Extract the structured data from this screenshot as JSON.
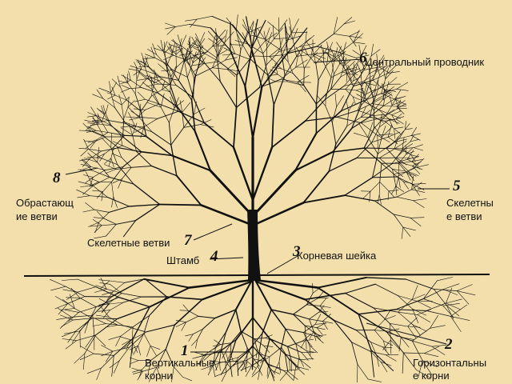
{
  "diagram": {
    "labels": {
      "central_leader": "Центральный проводник",
      "overgrowing_line1": "Обрастающ",
      "overgrowing_line2": "ие ветви",
      "skeletal_right_line1": "Скелетны",
      "skeletal_right_line2": "е ветви",
      "skeletal_left": "Скелетные ветви",
      "root_collar": "Корневая шейка",
      "trunk": "Штамб",
      "vertical_roots_line1": "Вертикальные",
      "vertical_roots_line2": "корни",
      "horizontal_roots_line1": "Горизонтальны",
      "horizontal_roots_line2": "е корни"
    },
    "numbers": {
      "n1": "1",
      "n2": "2",
      "n3": "3",
      "n4": "4",
      "n5": "5",
      "n6": "6",
      "n7": "7",
      "n8": "8"
    },
    "colors": {
      "background": "#f2dfab",
      "ink": "#111111"
    }
  }
}
